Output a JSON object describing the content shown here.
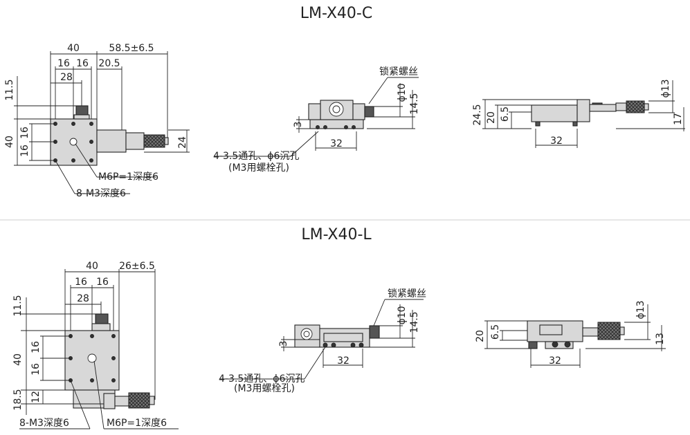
{
  "diagrams": [
    {
      "title": "LM-X40-C",
      "top_view": {
        "dims": {
          "width": "40",
          "travel": "58.5±6.5",
          "pitch_a": "16",
          "pitch_b": "16",
          "offset": "20.5",
          "inner": "28",
          "top_offset": "11.5",
          "height": "40",
          "hpitch_a": "16",
          "hpitch_b": "16",
          "micrometer": "24"
        },
        "callouts": {
          "center_hole": "M6P=1深度6",
          "corner_holes": "8-M3深度6"
        }
      },
      "front_view": {
        "lock_screw": "锁紧螺丝",
        "dims": {
          "phi10": "ϕ10",
          "h14_5": "14.5",
          "base_h": "3",
          "base_w": "32"
        },
        "mount_note_1": "4-3.5通孔、ϕ6沉孔",
        "mount_note_2": "(M3用螺栓孔)"
      },
      "side_view": {
        "dims": {
          "phi13": "ϕ13",
          "total_h": "24.5",
          "h20": "20",
          "h6_5": "6.5",
          "h17": "17",
          "w32": "32"
        }
      }
    },
    {
      "title": "LM-X40-L",
      "top_view": {
        "dims": {
          "width": "40",
          "travel": "26±6.5",
          "pitch_a": "16",
          "pitch_b": "16",
          "inner": "28",
          "top_offset": "11.5",
          "height": "40",
          "hpitch_a": "16",
          "hpitch_b": "16",
          "h12": "12",
          "h18_5": "18.5"
        },
        "callouts": {
          "corner_holes": "8-M3深度6",
          "center_hole": "M6P=1深度6"
        }
      },
      "front_view": {
        "lock_screw": "锁紧螺丝",
        "dims": {
          "phi10": "ϕ10",
          "h14_5": "14.5",
          "base_h": "3",
          "base_w": "32"
        },
        "mount_note_1": "4-3.5通孔、ϕ6沉孔",
        "mount_note_2": "(M3用螺栓孔)"
      },
      "side_view": {
        "dims": {
          "phi13": "ϕ13",
          "h20": "20",
          "h6_5": "6.5",
          "h13": "13",
          "w32": "32"
        }
      }
    }
  ]
}
